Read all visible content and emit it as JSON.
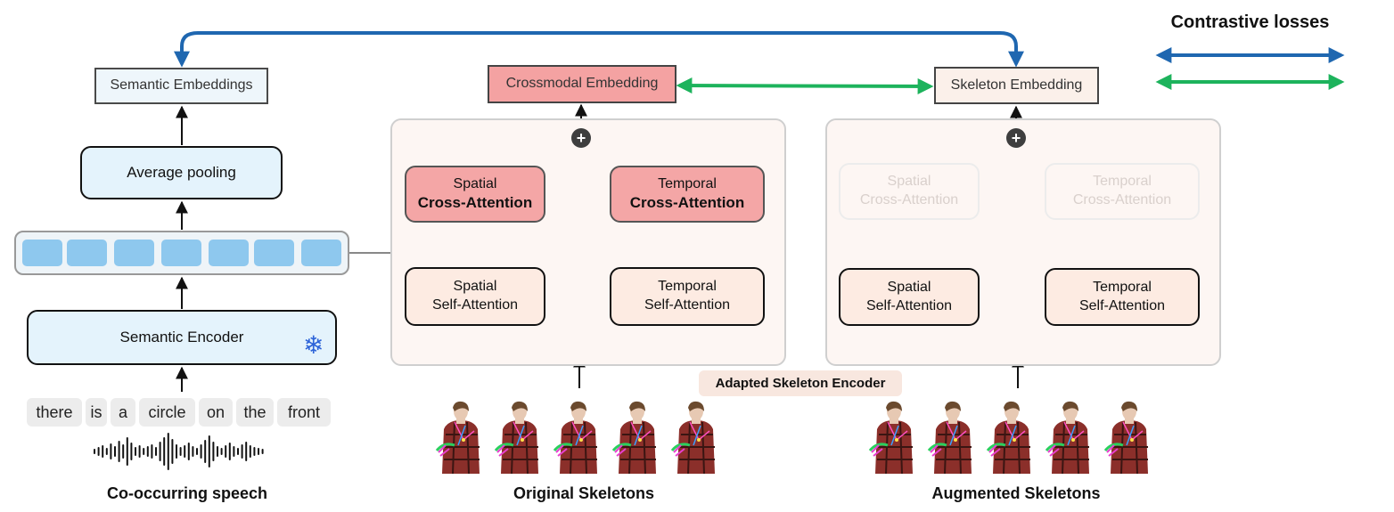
{
  "embeddings": {
    "semantic": "Semantic Embeddings",
    "crossmodal": "Crossmodal Embedding",
    "skeleton": "Skeleton Embedding"
  },
  "left_branch": {
    "average_pooling": "Average pooling",
    "semantic_encoder": "Semantic Encoder",
    "tokens": [
      "there",
      "is",
      "a",
      "circle",
      "on",
      "the",
      "front"
    ],
    "caption": "Co-occurring speech"
  },
  "original_branch": {
    "spatial_cross": {
      "line1": "Spatial",
      "line2": "Cross-Attention"
    },
    "temporal_cross": {
      "line1": "Temporal",
      "line2": "Cross-Attention"
    },
    "spatial_self": {
      "line1": "Spatial",
      "line2": "Self-Attention"
    },
    "temporal_self": {
      "line1": "Temporal",
      "line2": "Self-Attention"
    },
    "caption": "Original Skeletons"
  },
  "augmented_branch": {
    "spatial_cross": {
      "line1": "Spatial",
      "line2": "Cross-Attention"
    },
    "temporal_cross": {
      "line1": "Temporal",
      "line2": "Cross-Attention"
    },
    "spatial_self": {
      "line1": "Spatial",
      "line2": "Self-Attention"
    },
    "temporal_self": {
      "line1": "Temporal",
      "line2": "Self-Attention"
    },
    "caption": "Augmented Skeletons"
  },
  "encoder_label": "Adapted Skeleton Encoder",
  "legend": {
    "title": "Contrastive losses",
    "colors": {
      "blue": "#1f67b0",
      "green": "#1db35c"
    }
  },
  "icons": {
    "frozen": "snowflake-icon",
    "sum": "plus-icon"
  },
  "plus_symbol": "+"
}
